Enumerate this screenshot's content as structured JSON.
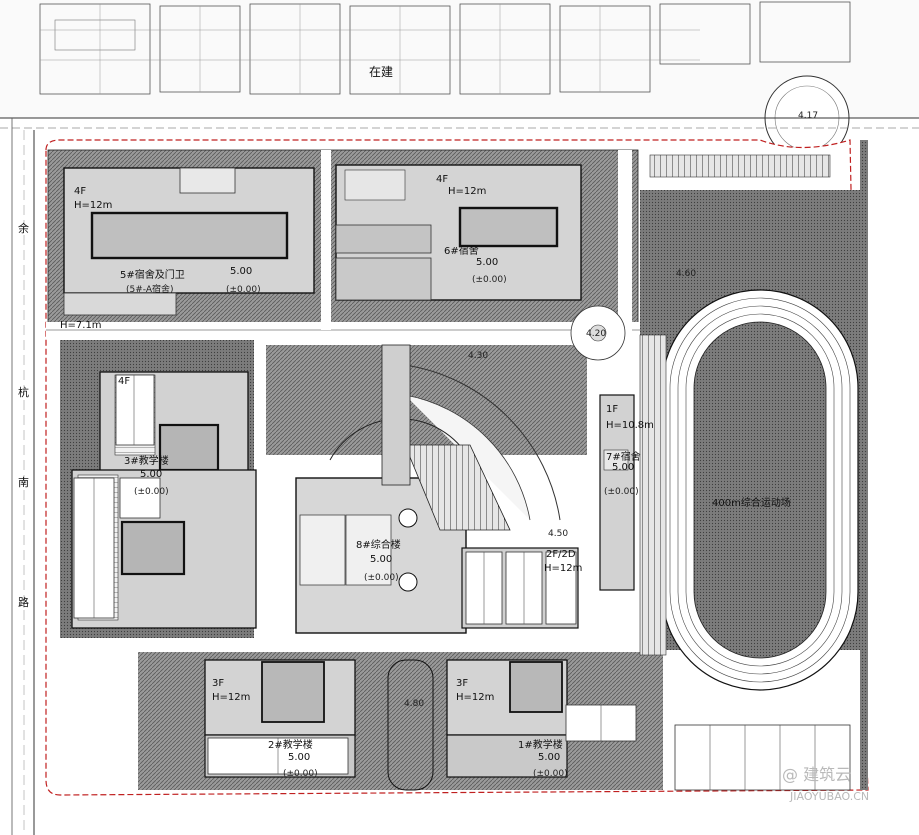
{
  "site": {
    "road_north": "在建",
    "road_west_chars": [
      "余",
      "杭",
      "南",
      "路"
    ],
    "watermark_text": "JIAOYUBAO.CN",
    "watermark_logo": "@ 建筑云"
  },
  "buildings": {
    "dorm5": {
      "floors": "4F",
      "height": "H=12m",
      "name": "5#宿舍及门卫",
      "sub": "(5#-A宿舍)",
      "elev": "5.00",
      "elev_ref": "(±0.00)"
    },
    "dorm6": {
      "floors": "4F",
      "height": "H=12m",
      "name": "6#宿舍",
      "elev": "5.00",
      "elev_ref": "(±0.00)"
    },
    "teach3": {
      "height": "H=7.1m",
      "floors": "4F",
      "name": "3#教学楼",
      "elev": "5.00",
      "elev_ref": "(±0.00)"
    },
    "dorm7": {
      "floors": "1F",
      "height": "H=10.8m",
      "name": "7#宿舍",
      "elev": "5.00",
      "elev_ref": "(±0.00)"
    },
    "complex8": {
      "name": "8#综合楼",
      "elev": "5.00",
      "elev_ref": "(±0.00)",
      "floors": "2F/2D",
      "height": "H=12m"
    },
    "teach2": {
      "floors": "3F",
      "height": "H=12m",
      "name": "2#教学楼",
      "elev": "5.00",
      "elev_ref": "(±0.00)"
    },
    "teach1": {
      "floors": "3F",
      "height": "H=12m",
      "name": "1#教学楼",
      "elev": "5.00",
      "elev_ref": "(±0.00)"
    }
  },
  "track": {
    "name": "400m综合运动场"
  },
  "spot_labels": [
    "4.17",
    "4.20",
    "4.30",
    "4.50",
    "4.60",
    "4.80"
  ]
}
